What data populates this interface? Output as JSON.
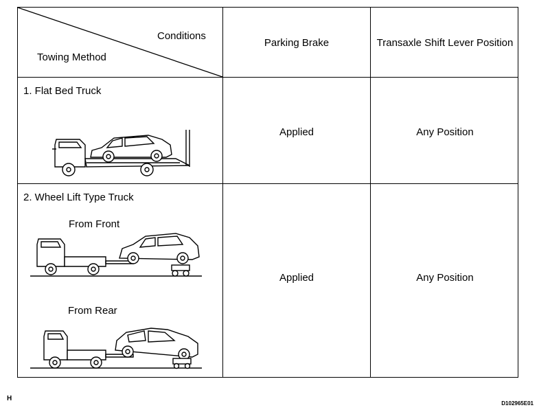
{
  "header": {
    "conditions": "Conditions",
    "towing_method": "Towing Method",
    "parking_brake": "Parking Brake",
    "shift_lever": "Transaxle Shift Lever Position"
  },
  "rows": [
    {
      "method": "1. Flat Bed Truck",
      "parking_brake": "Applied",
      "shift_lever": "Any Position"
    },
    {
      "method": "2. Wheel Lift Type Truck",
      "sub_front": "From Front",
      "sub_rear": "From Rear",
      "parking_brake": "Applied",
      "shift_lever": "Any Position"
    }
  ],
  "footer": {
    "left_mark": "H",
    "figure_code": "D102965E01"
  }
}
